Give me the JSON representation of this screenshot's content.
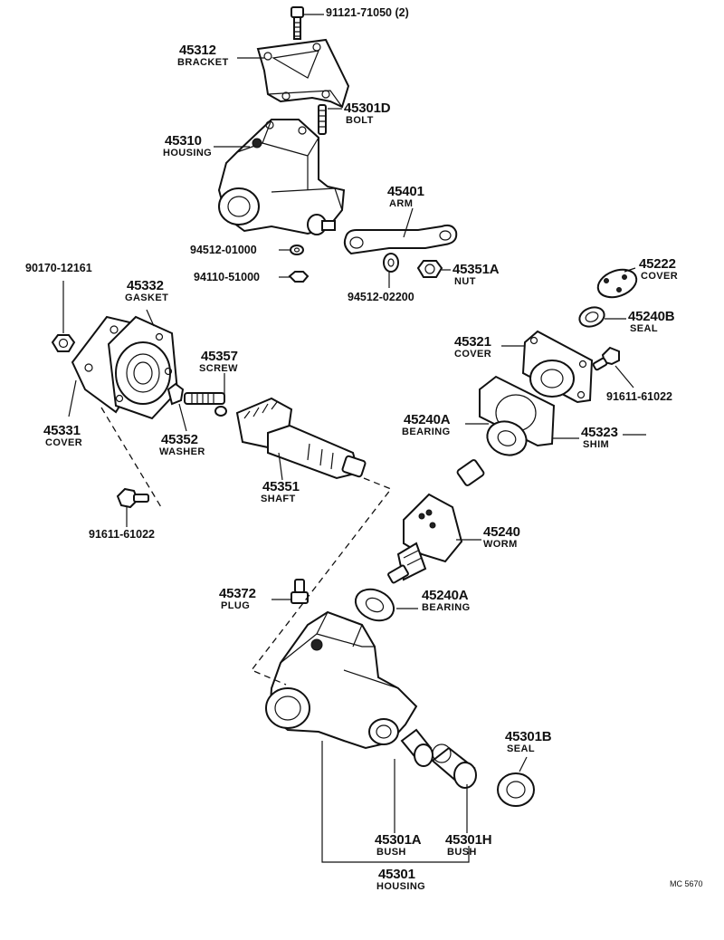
{
  "labels": {
    "bolt_top": {
      "pn": "91121-71050 (2)"
    },
    "bracket": {
      "num": "45312",
      "name": "BRACKET"
    },
    "bolt_d": {
      "num": "45301D",
      "name": "BOLT"
    },
    "housing_top": {
      "num": "45310",
      "name": "HOUSING"
    },
    "arm": {
      "num": "45401",
      "name": "ARM"
    },
    "washer_01000": {
      "pn": "94512-01000"
    },
    "nut_51000": {
      "pn": "94110-51000"
    },
    "washer_02200": {
      "pn": "94512-02200"
    },
    "nut_a": {
      "num": "45351A",
      "name": "NUT"
    },
    "cover_222": {
      "num": "45222",
      "name": "COVER"
    },
    "seal_b": {
      "num": "45240B",
      "name": "SEAL"
    },
    "nut_12161": {
      "pn": "90170-12161"
    },
    "gasket": {
      "num": "45332",
      "name": "GASKET"
    },
    "screw": {
      "num": "45357",
      "name": "SCREW"
    },
    "cover_321": {
      "num": "45321",
      "name": "COVER"
    },
    "bolt_right": {
      "pn": "91611-61022"
    },
    "bearing_upper": {
      "num": "45240A",
      "name": "BEARING"
    },
    "shim": {
      "num": "45323",
      "name": "SHIM"
    },
    "cover_331": {
      "num": "45331",
      "name": "COVER"
    },
    "washer_352": {
      "num": "45352",
      "name": "WASHER"
    },
    "shaft": {
      "num": "45351",
      "name": "SHAFT"
    },
    "bolt_left": {
      "pn": "91611-61022"
    },
    "worm": {
      "num": "45240",
      "name": "WORM"
    },
    "plug": {
      "num": "45372",
      "name": "PLUG"
    },
    "bearing_lower": {
      "num": "45240A",
      "name": "BEARING"
    },
    "seal_301b": {
      "num": "45301B",
      "name": "SEAL"
    },
    "bush_a": {
      "num": "45301A",
      "name": "BUSH"
    },
    "bush_h": {
      "num": "45301H",
      "name": "BUSH"
    },
    "housing_bottom": {
      "num": "45301",
      "name": "HOUSING"
    }
  },
  "diagram_code": "MC 5670"
}
